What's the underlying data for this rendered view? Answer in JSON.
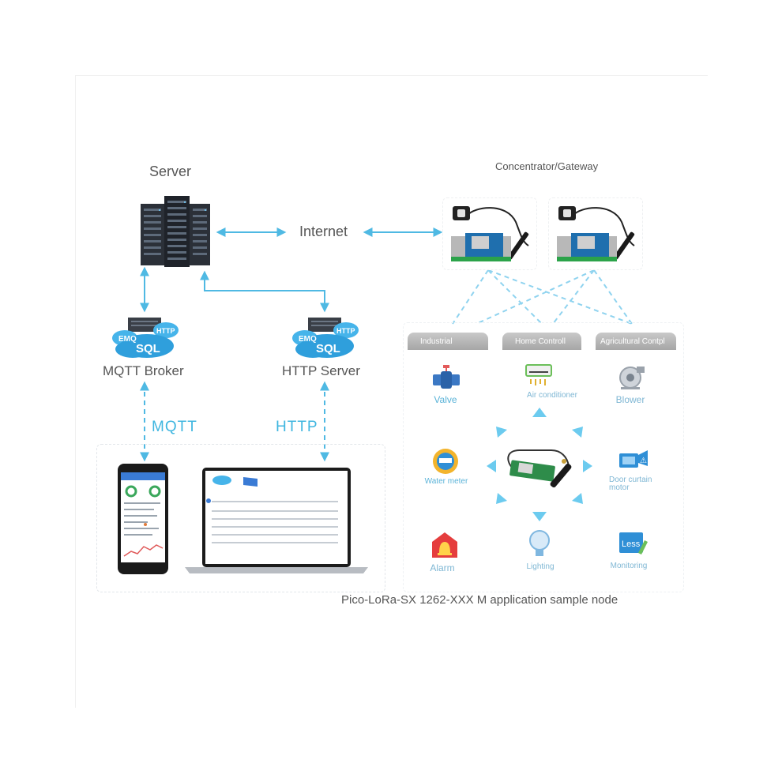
{
  "server": {
    "label": "Server"
  },
  "internet": {
    "label": "Internet"
  },
  "gateway": {
    "label": "Concentrator/Gateway"
  },
  "brokers": {
    "mqtt": {
      "label": "MQTT Broker",
      "cloud_sql": "SQL",
      "cloud_http": "HTTP",
      "cloud_emq": "EMQ"
    },
    "http": {
      "label": "HTTP Server",
      "cloud_sql": "SQL",
      "cloud_http": "HTTP",
      "cloud_emq": "EMQ"
    }
  },
  "protocols": {
    "mqtt": "MQTT",
    "http": "HTTP"
  },
  "categories": {
    "industrial": "Industrial",
    "home": "Home Controll",
    "agri": "Agricultural Contpl"
  },
  "devices": {
    "valve": "Valve",
    "air_conditioner": "Air conditioner",
    "blower": "Blower",
    "water_meter": "Water meter",
    "door_curtain_motor": "Door curtain\nmotor",
    "alarm": "Alarm",
    "lighting": "Lighting",
    "monitoring": "Monitoring",
    "less_badge": "Less"
  },
  "caption": "Pico-LoRa-SX 1262-XXX M application sample node",
  "colors": {
    "link": "#4fb9e3",
    "cloud": "#3aa7dd",
    "tab": "#b3b3b3"
  }
}
